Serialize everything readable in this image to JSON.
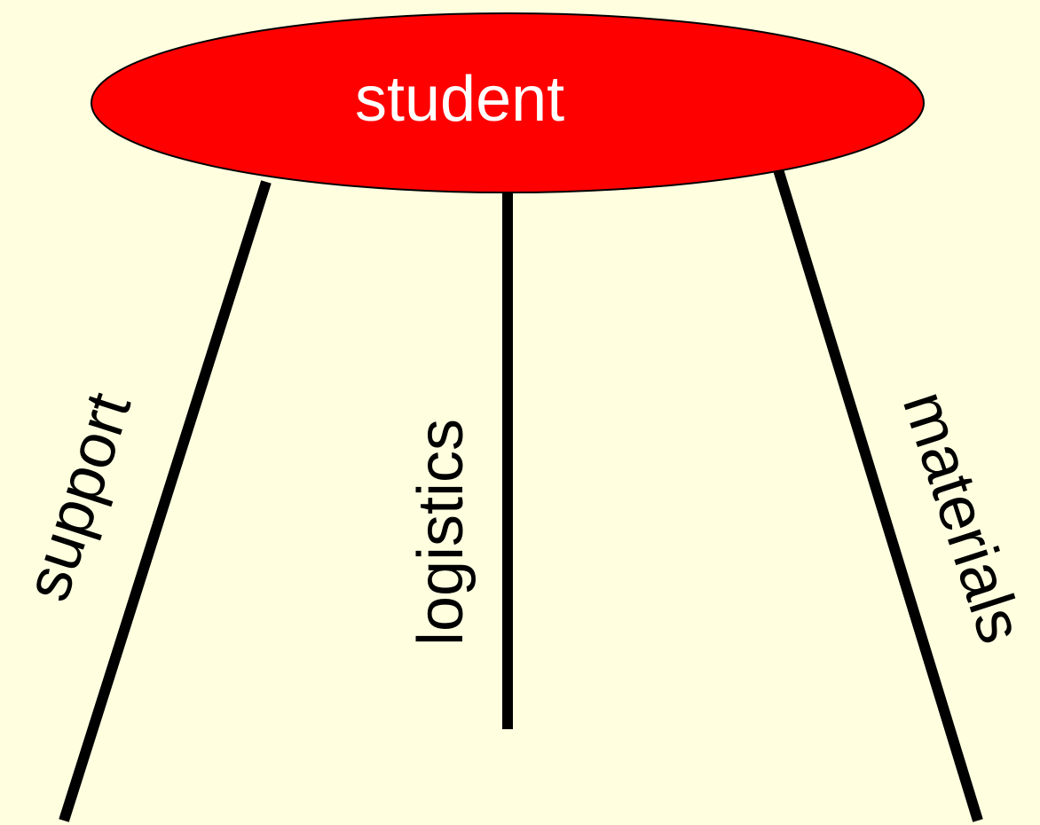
{
  "colors": {
    "background": "#ffffe0",
    "ellipse_fill": "#ff0000",
    "ellipse_stroke": "#000000",
    "line_color": "#000000",
    "title_text_color": "#ffffff"
  },
  "diagram": {
    "root": {
      "label": "student"
    },
    "branches": [
      {
        "label": "support"
      },
      {
        "label": "logistics"
      },
      {
        "label": "materials"
      }
    ]
  }
}
